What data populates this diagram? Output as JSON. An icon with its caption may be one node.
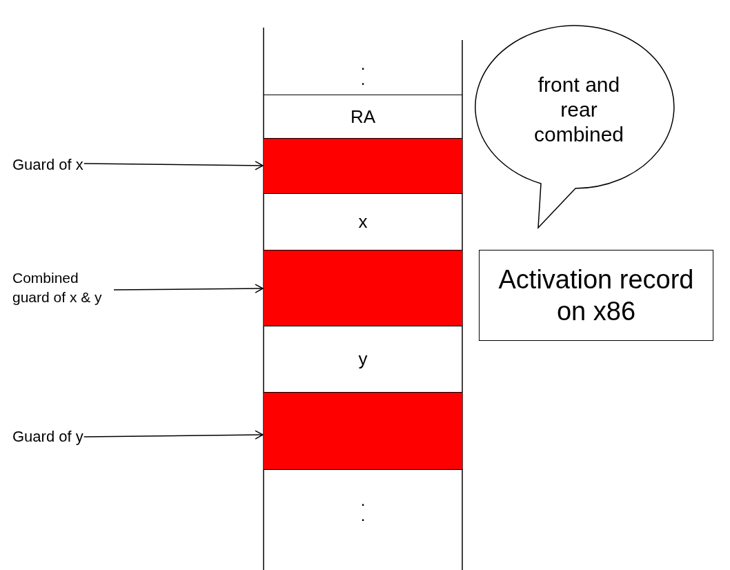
{
  "diagram": {
    "nodes": [
      {
        "text": [
          ". ."
        ]
      },
      {
        "text": [
          "RA"
        ]
      },
      {
        "text": [],
        "shape": "bar"
      },
      {
        "text": [
          "x"
        ]
      },
      {
        "text": [],
        "shape": "bar"
      },
      {
        "text": [
          "y"
        ]
      },
      {
        "text": [],
        "shape": "bar"
      },
      {
        "text": [
          ". ."
        ]
      },
      {
        "text": [
          "Guard of x"
        ]
      },
      {
        "text": [
          "Combined guard of x & y"
        ]
      },
      {
        "text": [
          "Guard of y"
        ]
      },
      {
        "text": [
          "front and rear combined"
        ]
      },
      {
        "text": [
          "Activation record on x86"
        ]
      }
    ],
    "edges": [
      {
        "from": 8,
        "to": 2,
        "arrow": "to"
      },
      {
        "from": 9,
        "to": 4,
        "arrow": "to"
      },
      {
        "from": 10,
        "to": 6,
        "arrow": "to"
      }
    ]
  }
}
